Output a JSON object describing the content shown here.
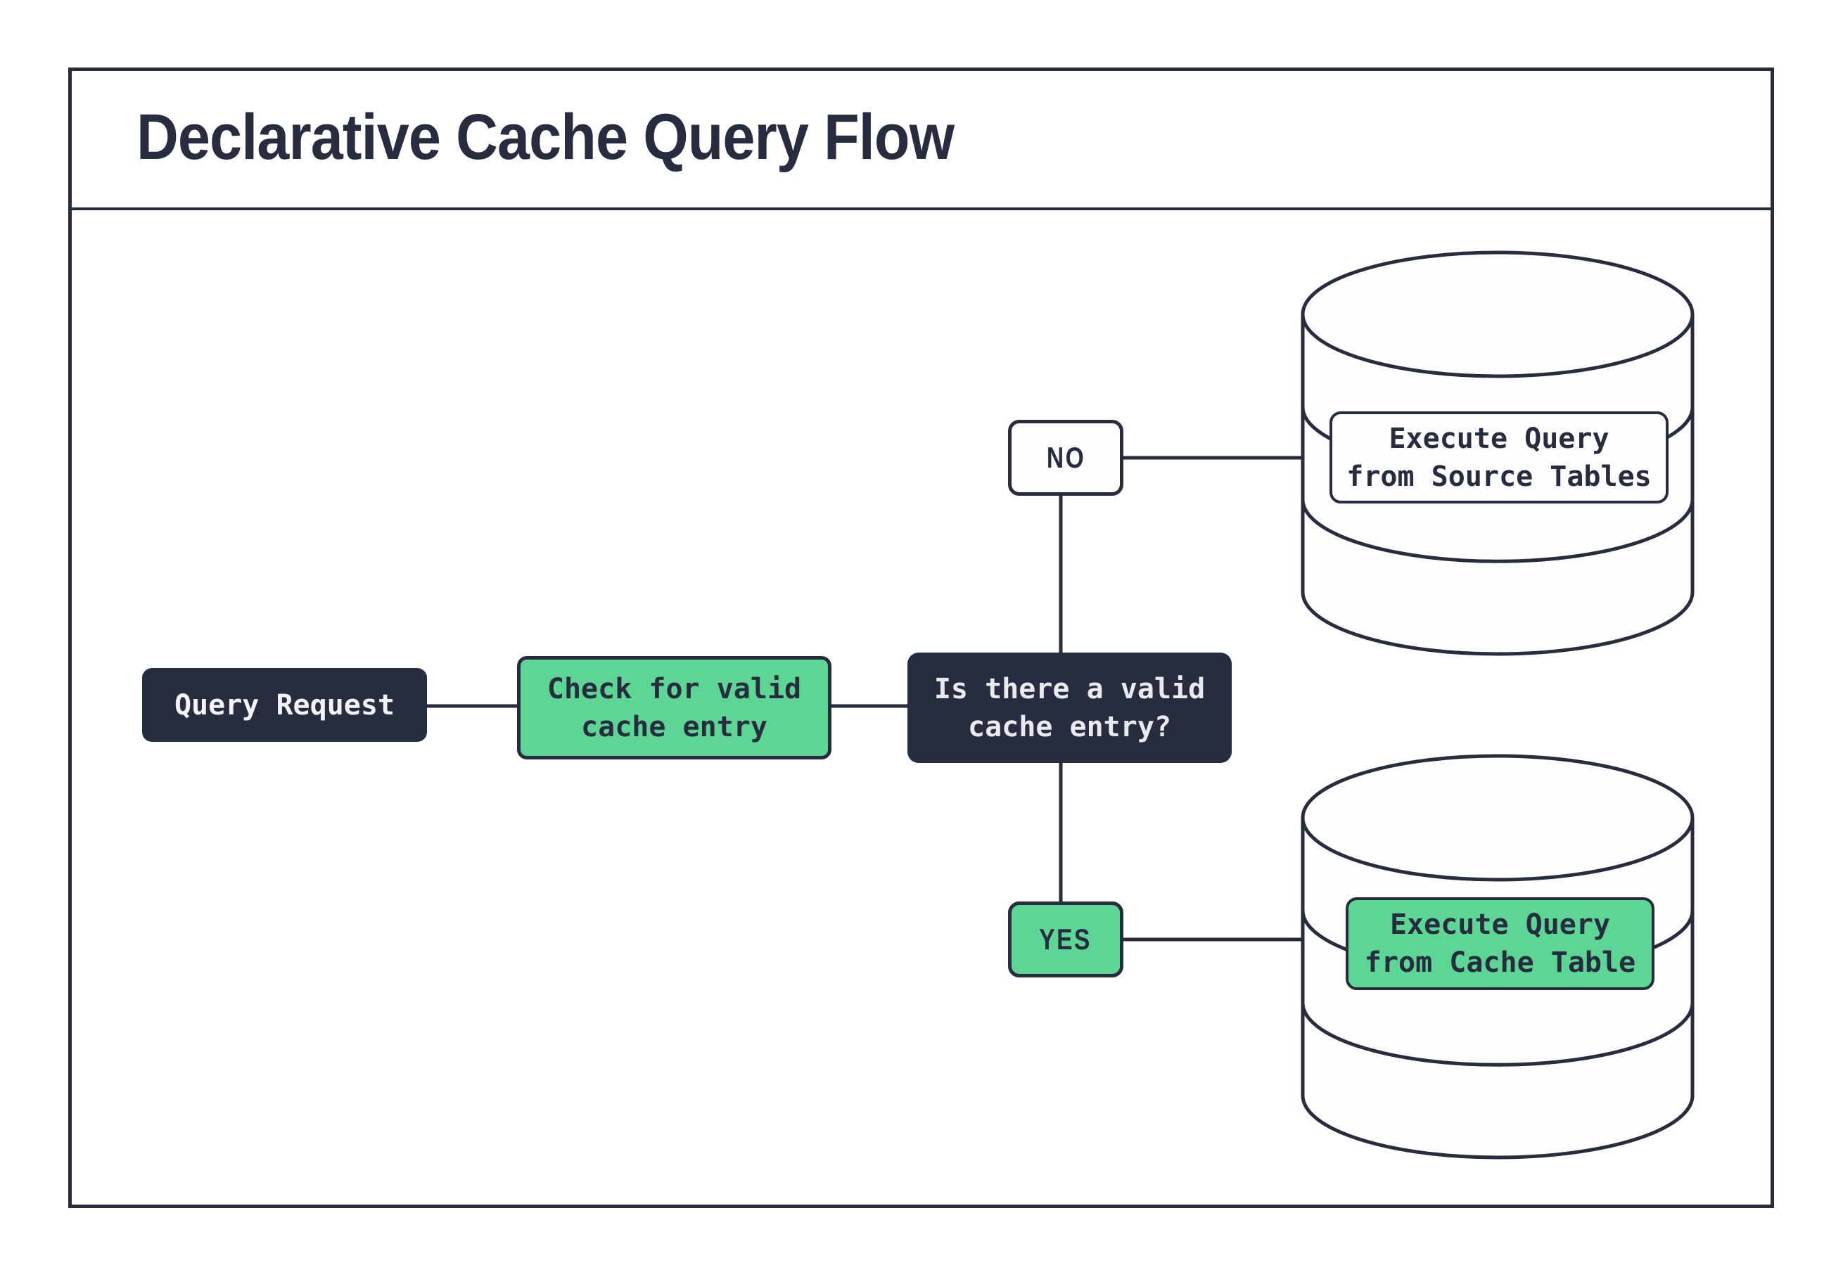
{
  "title": "Declarative Cache Query Flow",
  "flow": {
    "query_request": "Query Request",
    "check_cache": "Check for valid\ncache entry",
    "decision": "Is there a valid\ncache entry?",
    "branch_no": "NO",
    "branch_yes": "YES",
    "execute_source": "Execute Query\nfrom Source Tables",
    "execute_cache": "Execute Query\nfrom Cache Table"
  },
  "colors": {
    "navy": "#272C3F",
    "green": "#5DD695",
    "paper": "#FFFFFF",
    "light_text": "#ECEDEF"
  }
}
